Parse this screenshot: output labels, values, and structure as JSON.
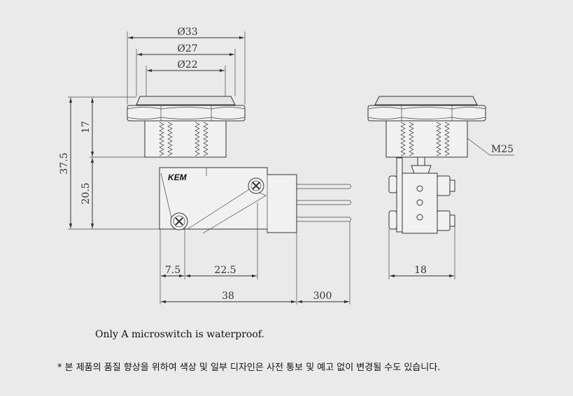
{
  "dimensions": {
    "d33": "Ø33",
    "d27": "Ø27",
    "d22": "Ø22",
    "h17": "17",
    "h37_5": "37.5",
    "h20_5": "20.5",
    "w7_5": "7.5",
    "w22_5": "22.5",
    "w38": "38",
    "w300": "300",
    "w18": "18",
    "thread": "M25"
  },
  "brand": "KEM",
  "caption": "Only A microswitch is waterproof.",
  "notice": "* 본 제품의 품질 향상을 위하여 색상 및 일부 디자인은 사전 통보 및 예고 없이 변경될 수도 있습니다."
}
